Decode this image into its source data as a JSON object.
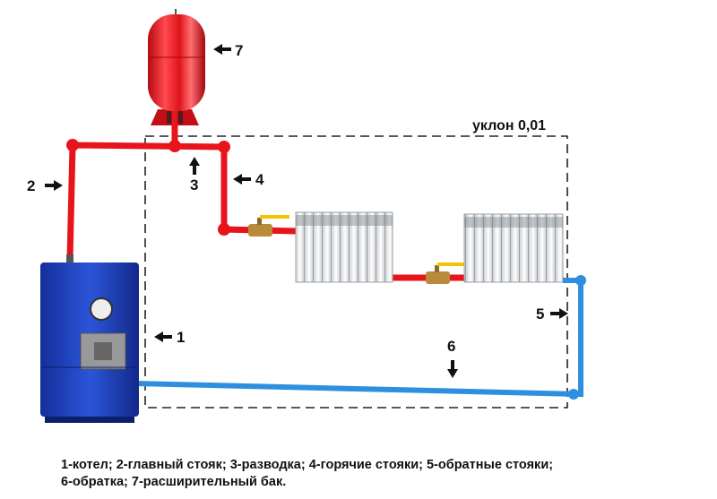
{
  "title": "Схема двухтрубной системы отопления",
  "slope_label": "уклон 0,01",
  "labels": {
    "l1": "1",
    "l2": "2",
    "l3": "3",
    "l4": "4",
    "l5": "5",
    "l6": "6",
    "l7": "7"
  },
  "legend": {
    "line1": "1-котел; 2-главный стояк; 3-разводка; 4-горячие стояки; 5-обратные стояки;",
    "line2": "6-обратка; 7-расширительный бак."
  },
  "colors": {
    "hot": "#e8141c",
    "cold": "#2e8fe0",
    "boiler": "#1f3fc0"
  }
}
